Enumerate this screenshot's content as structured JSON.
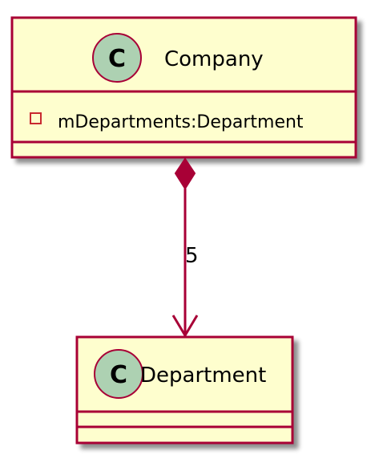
{
  "colors": {
    "class_fill": "#FEFECE",
    "class_border": "#A80036",
    "circle_fill": "#ADD1B2",
    "arrow": "#A80036",
    "shadow": "#C8C8C8"
  },
  "classes": {
    "company": {
      "stereotype": "C",
      "name": "Company",
      "attributes": [
        {
          "visibility_icon": "private-visibility-icon",
          "text": "mDepartments:Department"
        }
      ]
    },
    "department": {
      "stereotype": "C",
      "name": "Department",
      "attributes": []
    }
  },
  "relation": {
    "type": "composition",
    "multiplicity": "5",
    "source_icon": "composition-diamond-icon",
    "target_icon": "open-arrowhead-icon"
  }
}
